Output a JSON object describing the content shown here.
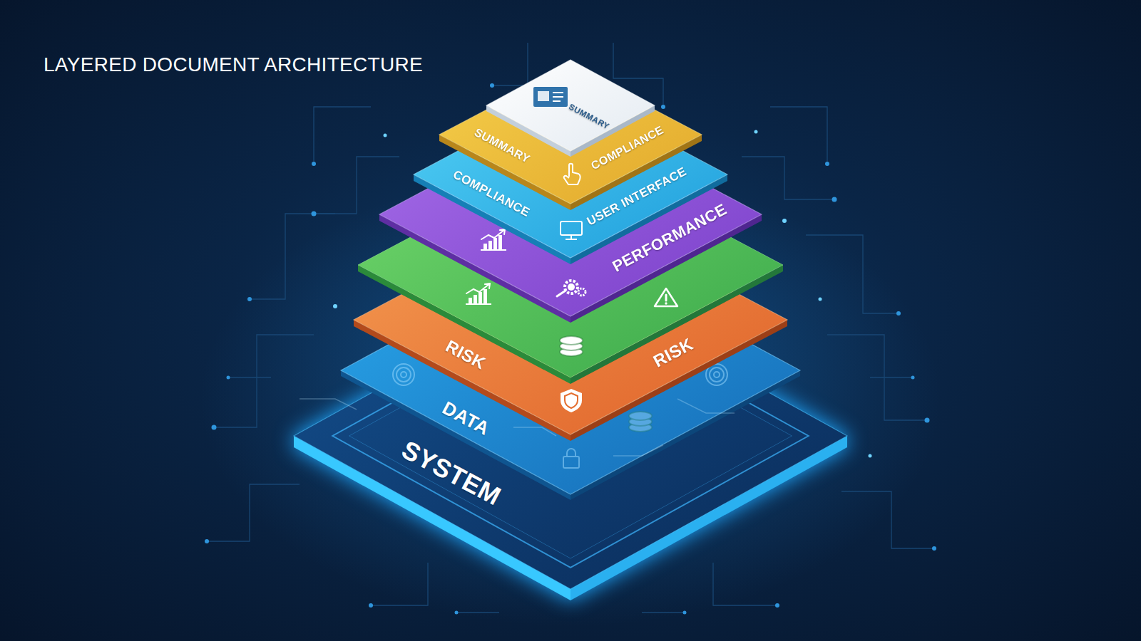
{
  "diagram": {
    "title": "LAYERED DOCUMENT ARCHITECTURE",
    "nodes": [
      {
        "text": [
          "SUMMARY"
        ]
      },
      {
        "text": [
          "SUMMARY",
          "COMPLIANCE"
        ]
      },
      {
        "text": [
          "COMPLIANCE",
          "USER INTERFACE"
        ]
      },
      {
        "text": [
          "PERFORMANCE"
        ]
      },
      {
        "text": [
          "RISK",
          "RISK"
        ]
      },
      {
        "text": [
          "DATA"
        ]
      },
      {
        "text": [
          "SYSTEM"
        ]
      }
    ]
  }
}
